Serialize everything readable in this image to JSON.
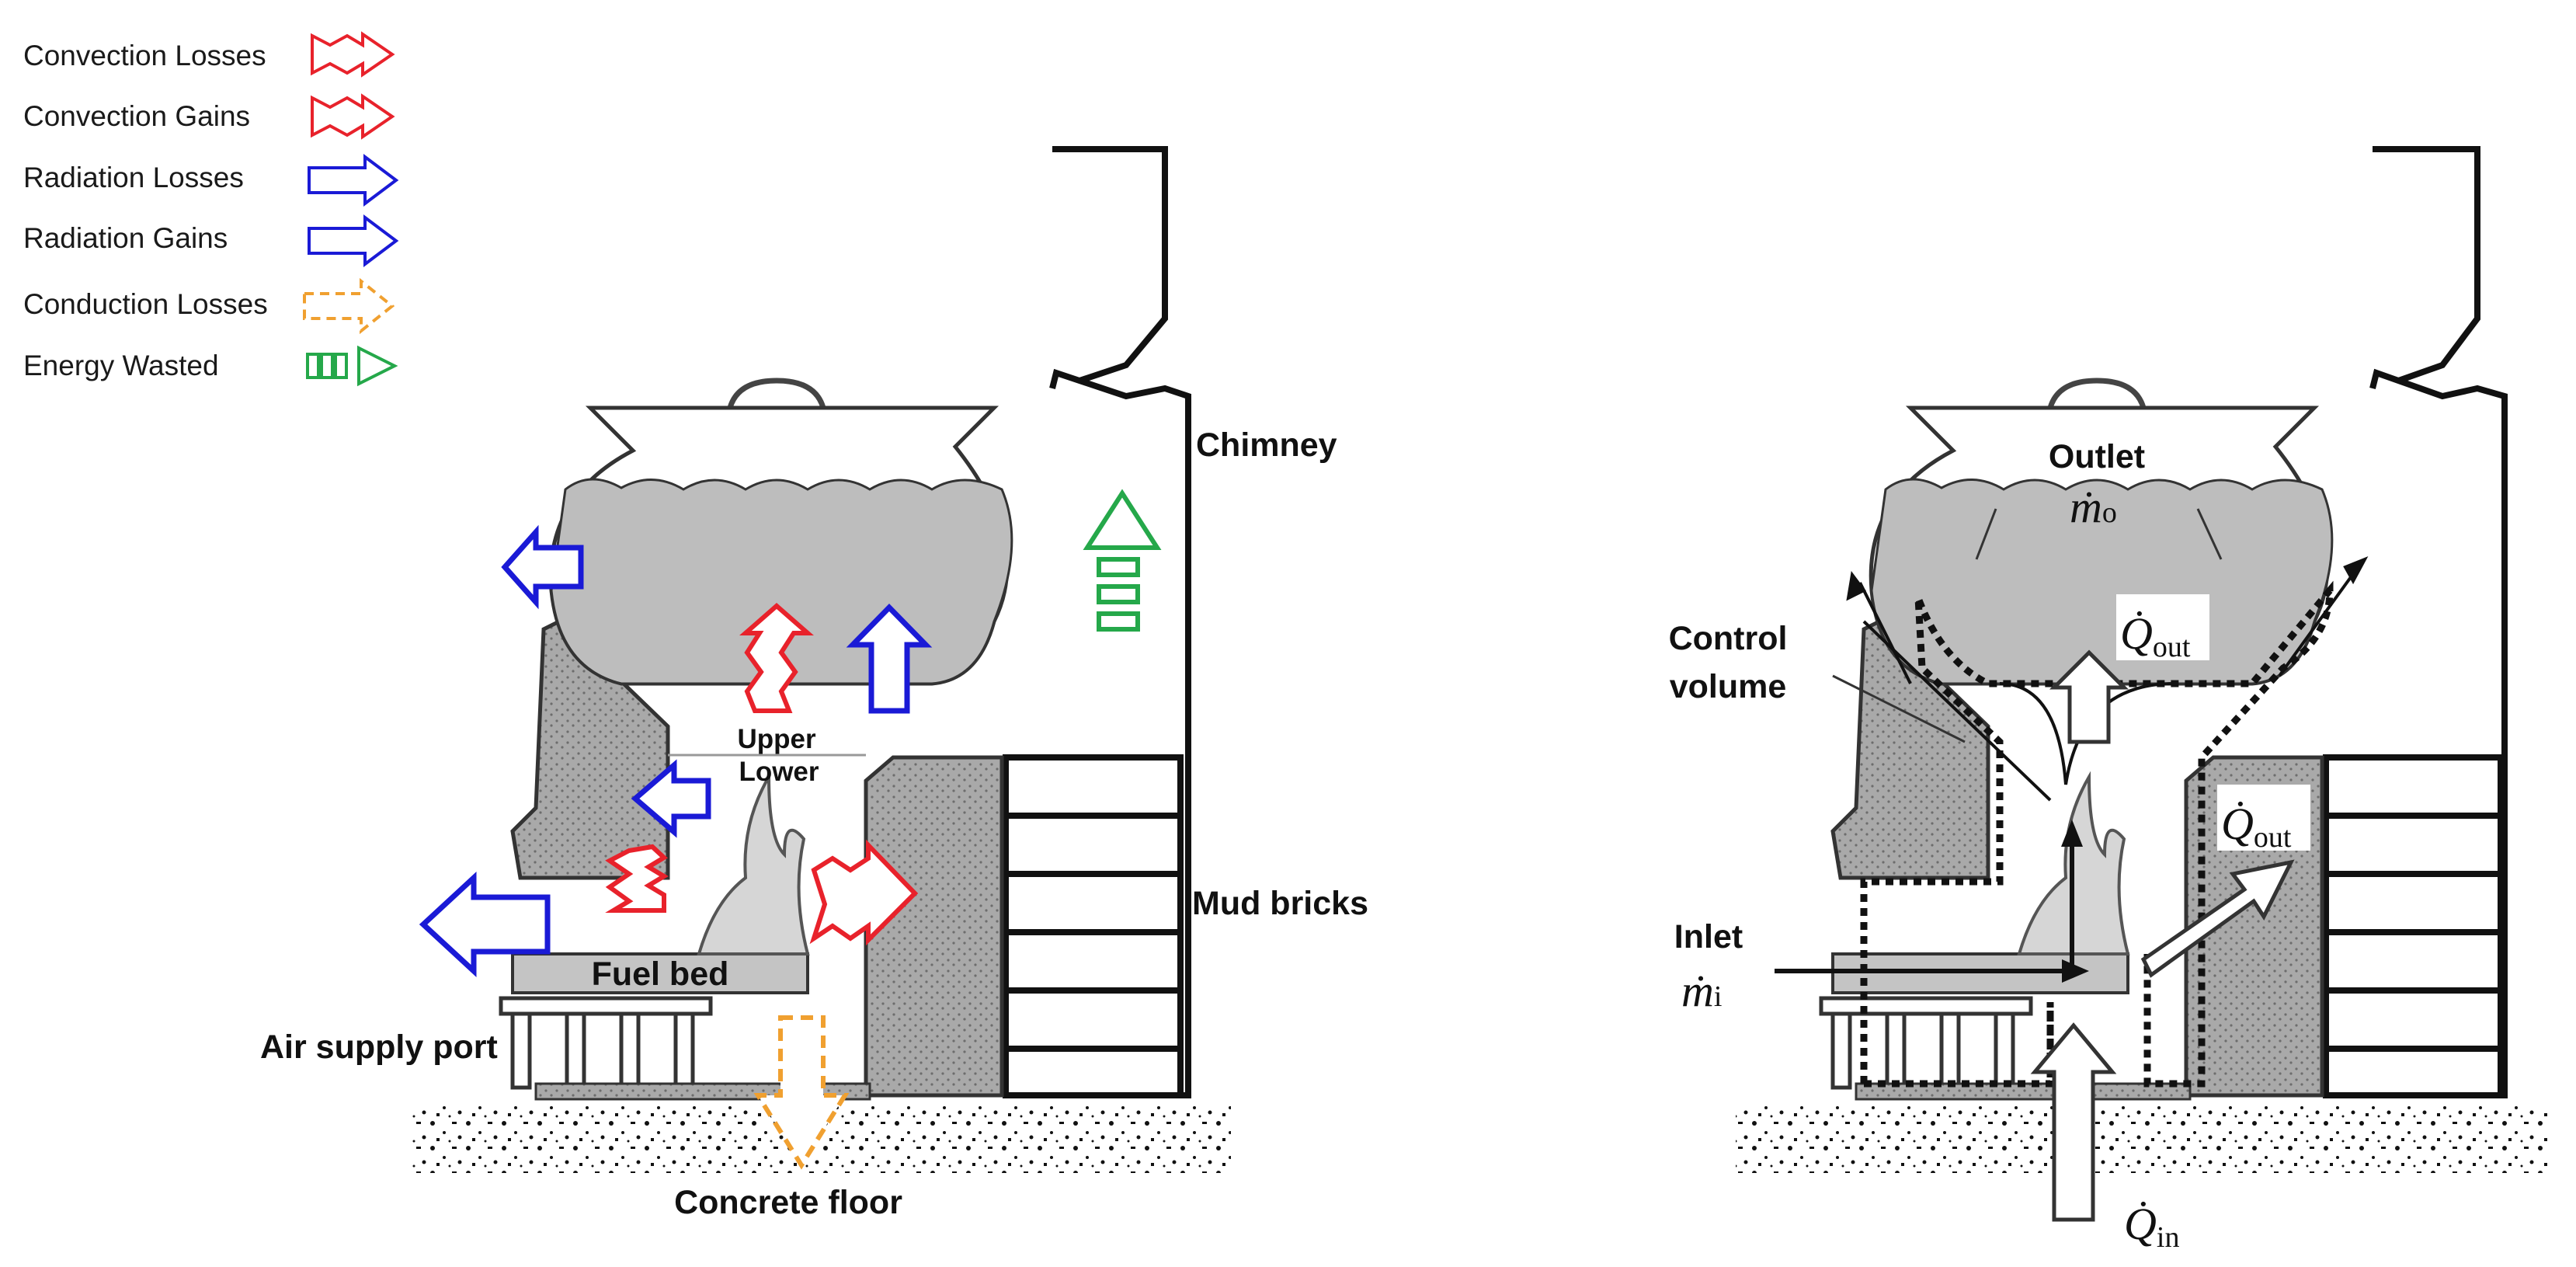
{
  "legend": {
    "items": [
      {
        "label": "Convection Losses",
        "icon": "red-zigzag-arrow-icon",
        "color": "#e8222b"
      },
      {
        "label": "Convection Gains",
        "icon": "red-zigzag-arrow-icon",
        "color": "#e8222b"
      },
      {
        "label": "Radiation Losses",
        "icon": "blue-hollow-arrow-icon",
        "color": "#1a1ad6"
      },
      {
        "label": "Radiation Gains",
        "icon": "blue-hollow-arrow-icon",
        "color": "#1a1ad6"
      },
      {
        "label": "Conduction Losses",
        "icon": "orange-dashed-arrow-icon",
        "color": "#f0a030"
      },
      {
        "label": "Energy Wasted",
        "icon": "green-segmented-arrow-icon",
        "color": "#25a84a"
      }
    ]
  },
  "left_diagram": {
    "chimney": "Chimney",
    "mud_bricks": "Mud bricks",
    "fuel_bed": "Fuel bed",
    "air_supply_port": "Air supply port",
    "concrete_floor": "Concrete floor",
    "upper": "Upper",
    "lower": "Lower"
  },
  "right_diagram": {
    "outlet": "Outlet",
    "m_dot": "ṁ",
    "outlet_sub": "o",
    "control_volume_1": "Control",
    "control_volume_2": "volume",
    "inlet": "Inlet",
    "inlet_sub": "i",
    "q_dot": "Q̇",
    "q_out_sub": "out",
    "q_in_sub": "in"
  }
}
